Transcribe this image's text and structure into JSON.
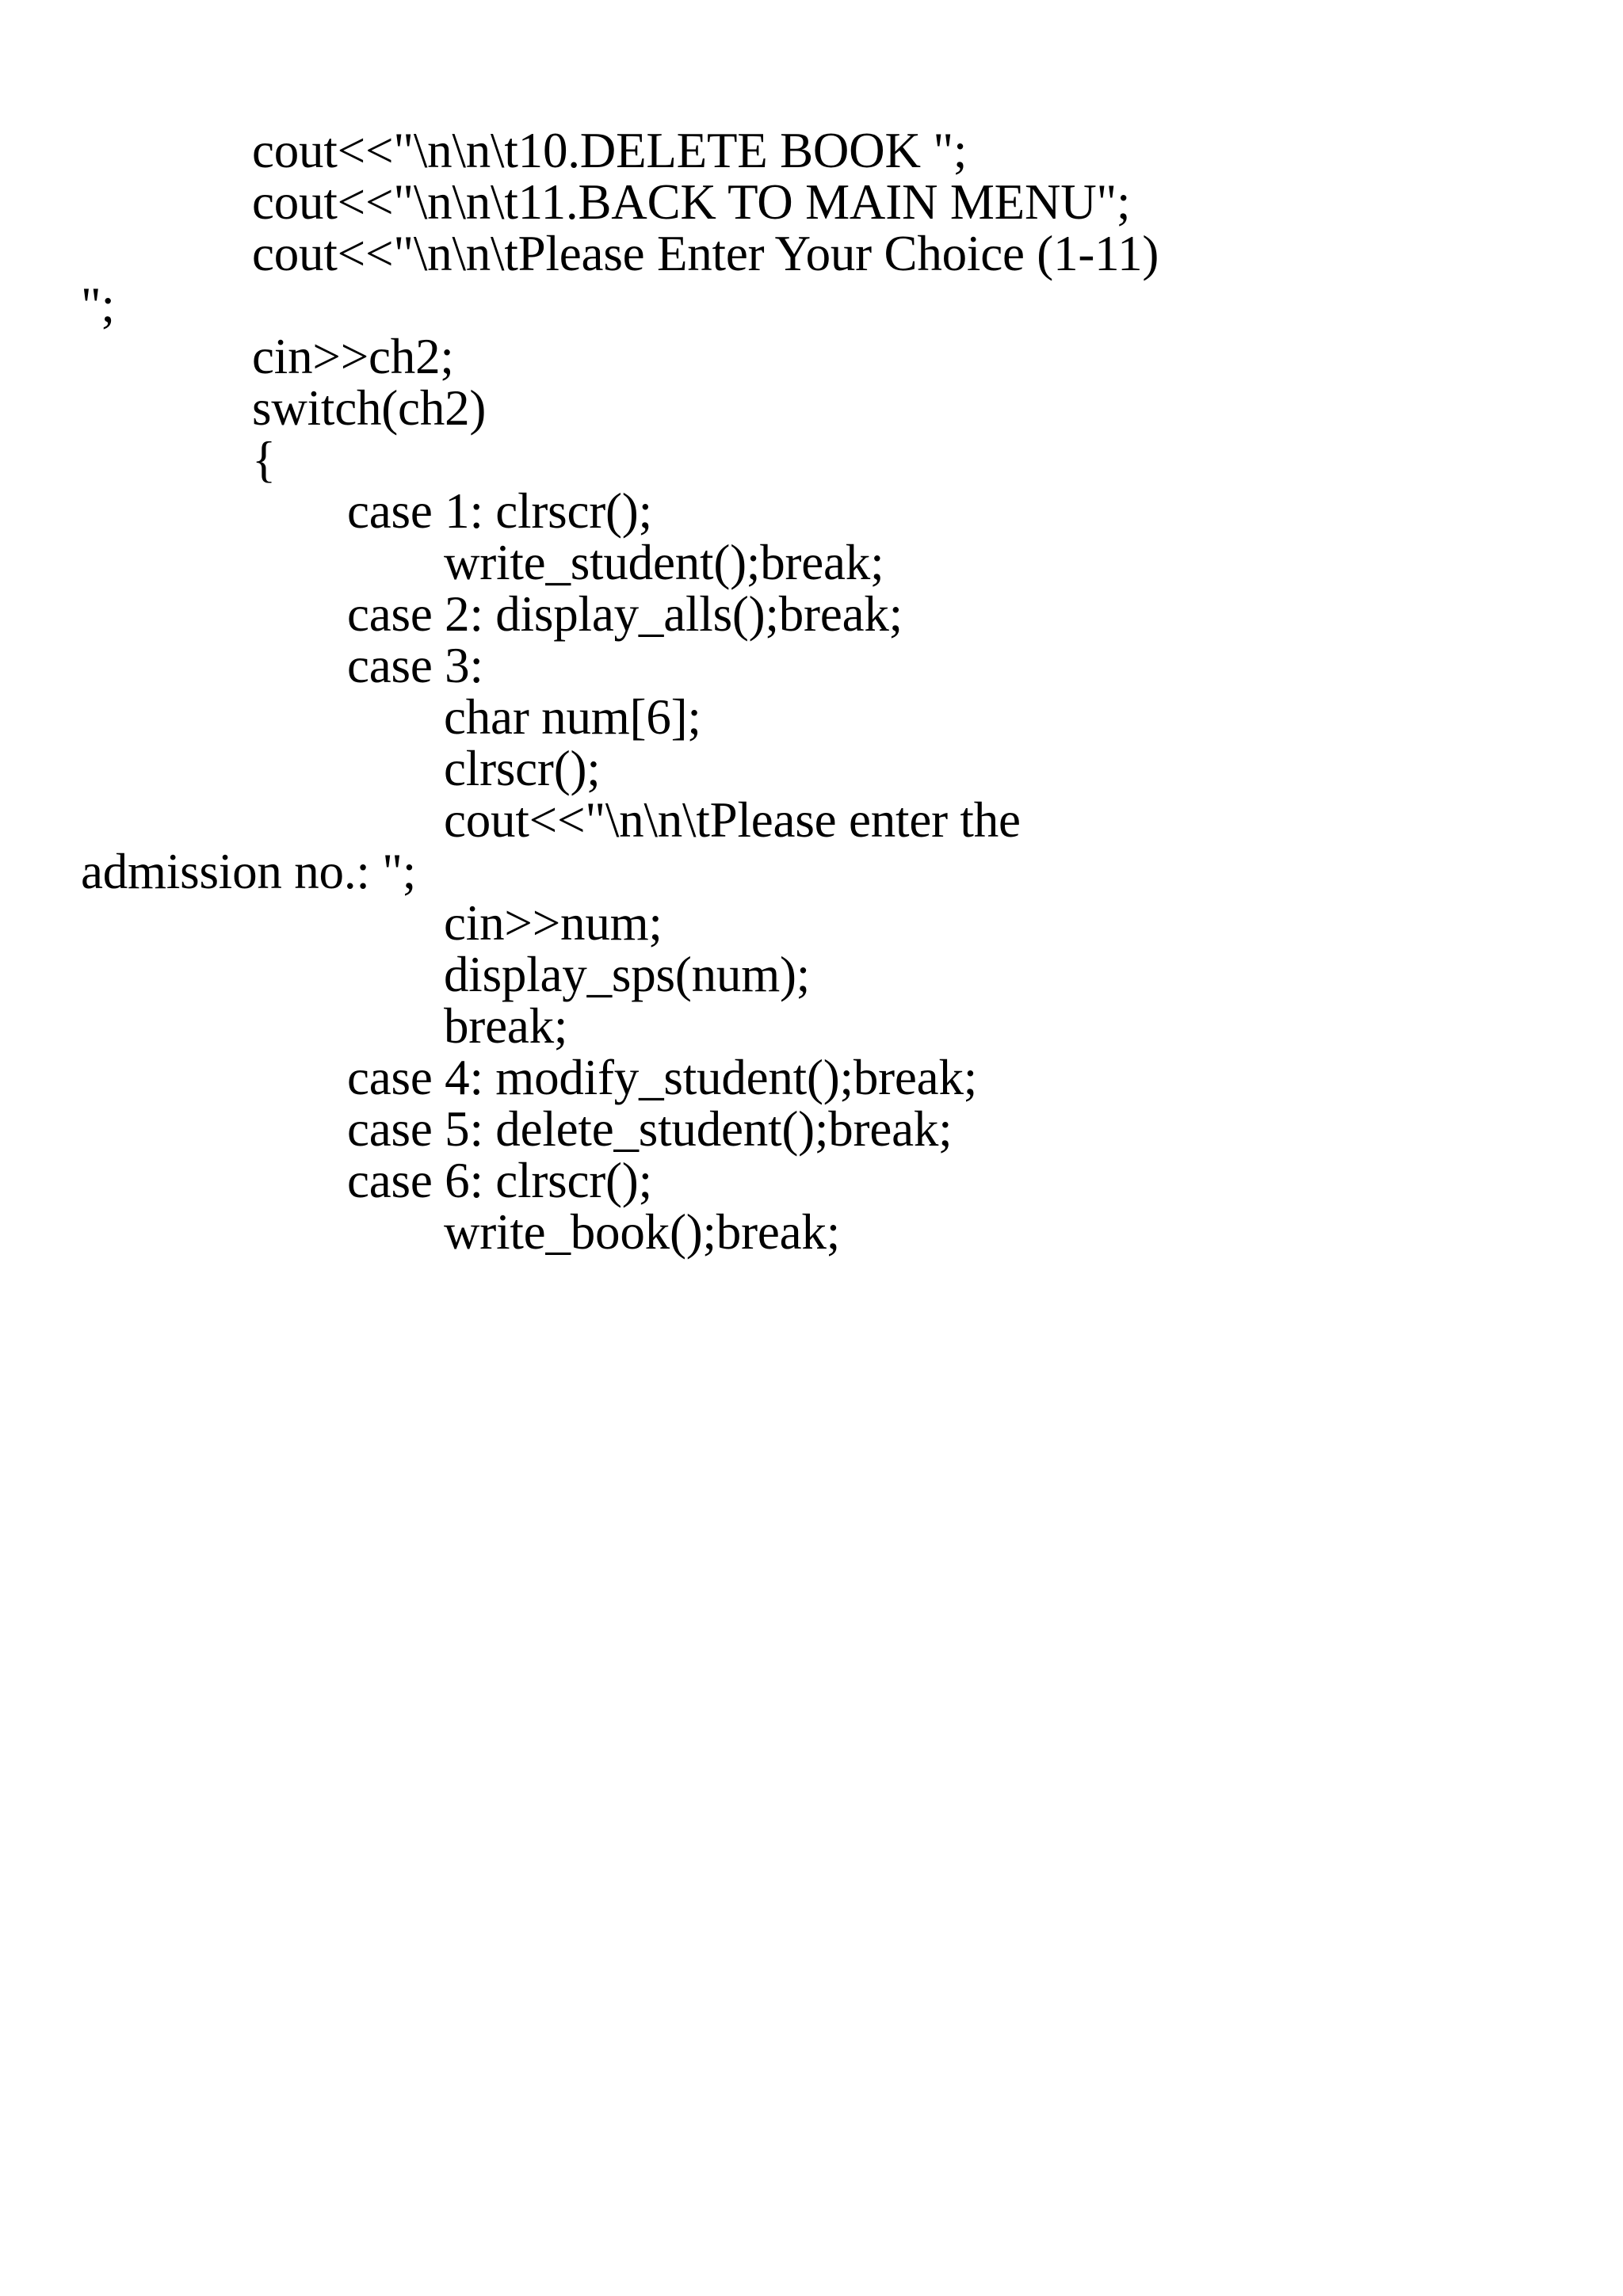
{
  "document": {
    "page_background": "#ffffff",
    "text_color": "#000000",
    "language": "C++",
    "code_lines": [
      {
        "id": "line-01",
        "indent": 1,
        "text": "cout<<\"\\n\\n\\t10.DELETE BOOK \";"
      },
      {
        "id": "line-02",
        "indent": 1,
        "text": "cout<<\"\\n\\n\\t11.BACK TO MAIN MENU\";"
      },
      {
        "id": "line-03",
        "indent": 1,
        "text": "cout<<\"\\n\\n\\tPlease Enter Your Choice (1-11)"
      },
      {
        "id": "line-04",
        "indent": 0,
        "wrapped": true,
        "text": "\";"
      },
      {
        "id": "line-05",
        "indent": 1,
        "text": "cin>>ch2;"
      },
      {
        "id": "line-06",
        "indent": 1,
        "text": "switch(ch2)"
      },
      {
        "id": "line-07",
        "indent": 1,
        "text": "{"
      },
      {
        "id": "line-08",
        "indent": 2,
        "text": "case 1: clrscr();"
      },
      {
        "id": "line-09",
        "indent": 3,
        "text": "write_student();break;"
      },
      {
        "id": "line-10",
        "indent": 2,
        "text": "case 2: display_alls();break;"
      },
      {
        "id": "line-11",
        "indent": 2,
        "text": "case 3:"
      },
      {
        "id": "line-12",
        "indent": 3,
        "text": "char num[6];"
      },
      {
        "id": "line-13",
        "indent": 3,
        "text": "clrscr();"
      },
      {
        "id": "line-14",
        "indent": 3,
        "text": "cout<<\"\\n\\n\\tPlease enter the"
      },
      {
        "id": "line-15",
        "indent": 0,
        "wrapped": true,
        "text": "admission no.: \";"
      },
      {
        "id": "line-16",
        "indent": 3,
        "text": "cin>>num;"
      },
      {
        "id": "line-17",
        "indent": 3,
        "text": "display_sps(num);"
      },
      {
        "id": "line-18",
        "indent": 3,
        "text": "break;"
      },
      {
        "id": "line-19",
        "indent": 2,
        "text": "case 4: modify_student();break;"
      },
      {
        "id": "line-20",
        "indent": 2,
        "text": "case 5: delete_student();break;"
      },
      {
        "id": "line-21",
        "indent": 2,
        "text": "case 6: clrscr();"
      },
      {
        "id": "line-22",
        "indent": 3,
        "text": "write_book();break;"
      }
    ]
  }
}
